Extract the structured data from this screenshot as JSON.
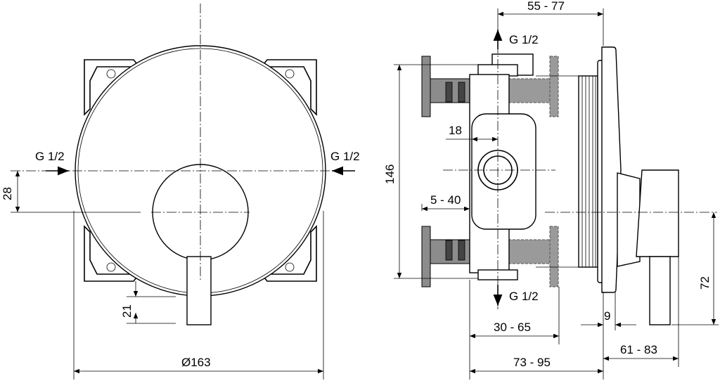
{
  "front_view": {
    "inlet_left": "G 1/2",
    "inlet_right": "G 1/2",
    "dim_offset": "28",
    "dim_lever": "21",
    "dim_diameter": "Ø163"
  },
  "side_view": {
    "outlet_top": "G 1/2",
    "outlet_bottom": "G 1/2",
    "dim_top": "55 - 77",
    "dim_18": "18",
    "dim_height": "146",
    "dim_wall": "5 - 40",
    "dim_depth_a": "30 - 65",
    "dim_depth_b": "73 - 95",
    "dim_plate": "9",
    "dim_handle": "61 - 83",
    "dim_handle_height": "72"
  }
}
